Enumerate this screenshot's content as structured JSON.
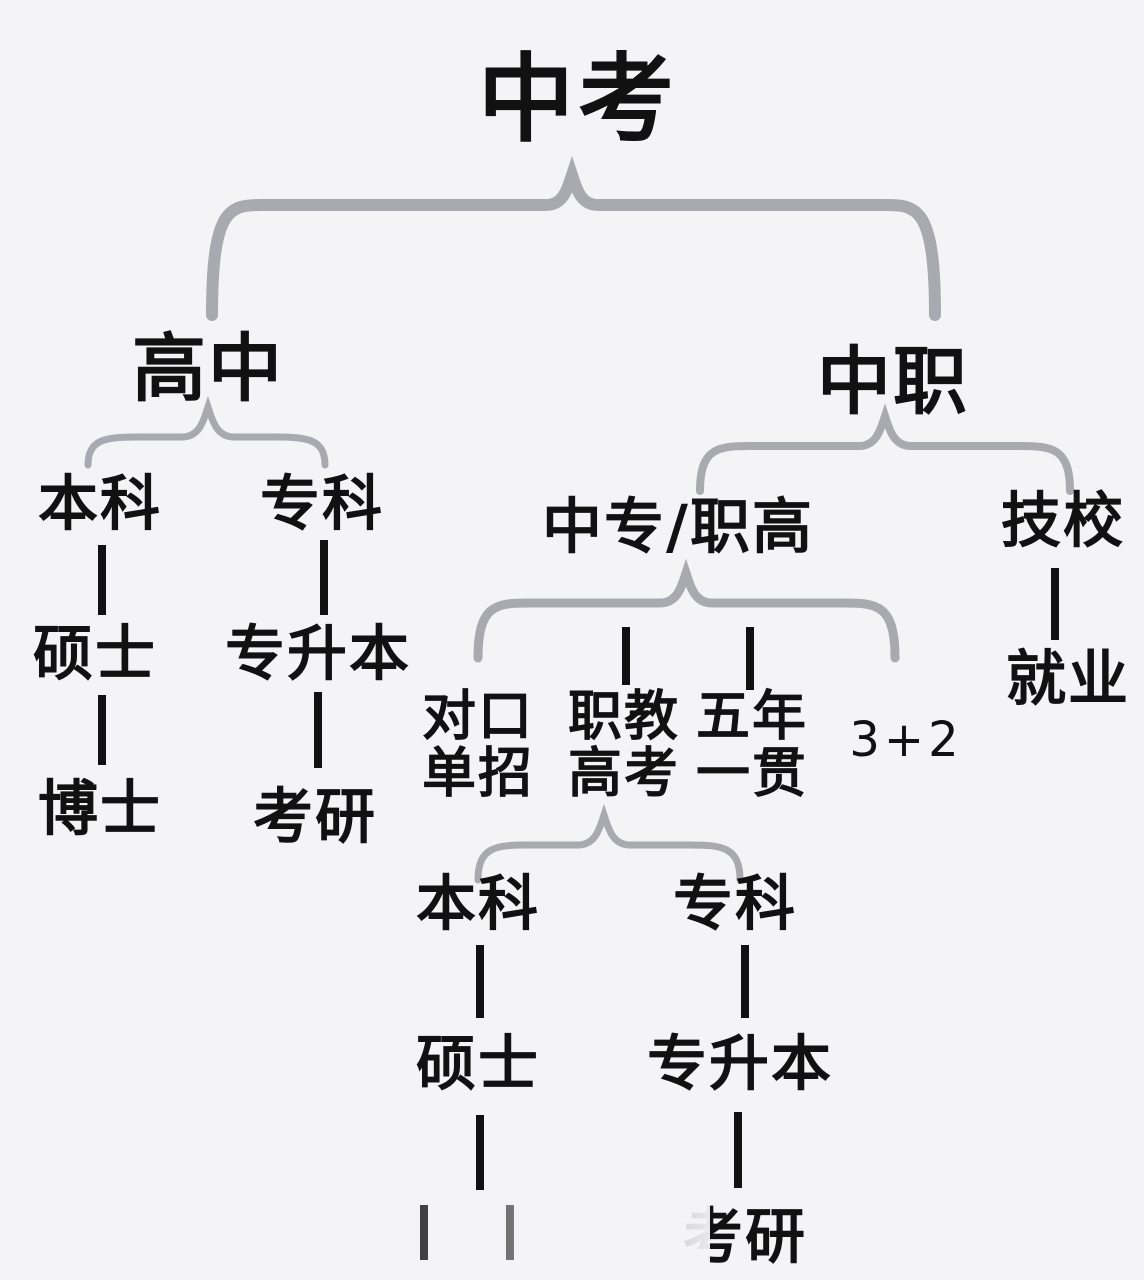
{
  "root": "中考",
  "l1": {
    "left": "高中",
    "right": "中职"
  },
  "gaozhong": {
    "benke": "本科",
    "zhuanke": "专科",
    "shuoshi": "硕士",
    "zhuanshengben": "专升本",
    "boshi": "博士",
    "kaoyan": "考研"
  },
  "zhongzhi": {
    "zhongzhuan": "中专/职高",
    "jixiao": "技校",
    "jiuye": "就业",
    "duikou": [
      "对口",
      "单招"
    ],
    "zhijiao": [
      "职教",
      "高考"
    ],
    "wunian": [
      "五年",
      "一贯"
    ],
    "three_plus_two": "3+2"
  },
  "gaokao": {
    "benke": "本科",
    "zhuanke": "专科",
    "shuoshi": "硕士",
    "zhuanshengben": "专升本",
    "kaoyan": "考研"
  },
  "colors": {
    "bracket": "#a9a9b0",
    "line": "#111111",
    "text": "#111111"
  }
}
